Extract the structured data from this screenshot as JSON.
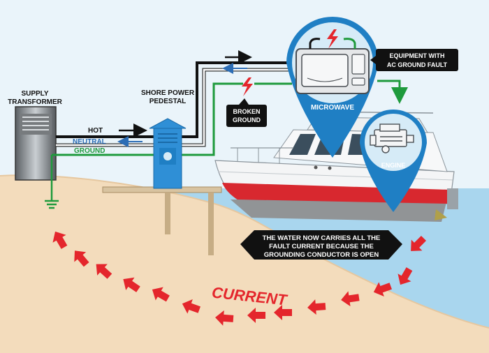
{
  "labels": {
    "supply_transformer": [
      "SUPPLY",
      "TRANSFORMER"
    ],
    "shore_power_pedestal": [
      "SHORE POWER",
      "PEDESTAL"
    ],
    "hot": "HOT",
    "neutral": "NEUTRAL",
    "ground": "GROUND",
    "broken_ground": [
      "BROKEN",
      "GROUND"
    ],
    "microwave": "MICROWAVE",
    "equipment_fault": [
      "EQUIPMENT WITH",
      "AC GROUND FAULT"
    ],
    "engine": "ENGINE",
    "water_message": [
      "THE WATER NOW CARRIES ALL THE",
      "FAULT CURRENT BECAUSE THE",
      "GROUNDING CONDUCTOR IS OPEN"
    ],
    "current": "CURRENT"
  },
  "colors": {
    "sky": "#eaf4fa",
    "water": "#a9d6ee",
    "sand": "#f3dcbc",
    "hot_wire": "#111111",
    "neutral_wire": "#ffffff",
    "ground_wire": "#1e9a3c",
    "neutral_text": "#2c6db5",
    "ground_text": "#1e9a3c",
    "callout_blue": "#1f7fc4",
    "current_red": "#e4262c",
    "label_box": "#111111"
  },
  "icons": [
    "lightning-bolt-icon",
    "earth-ground-icon",
    "microwave-icon",
    "engine-icon"
  ]
}
